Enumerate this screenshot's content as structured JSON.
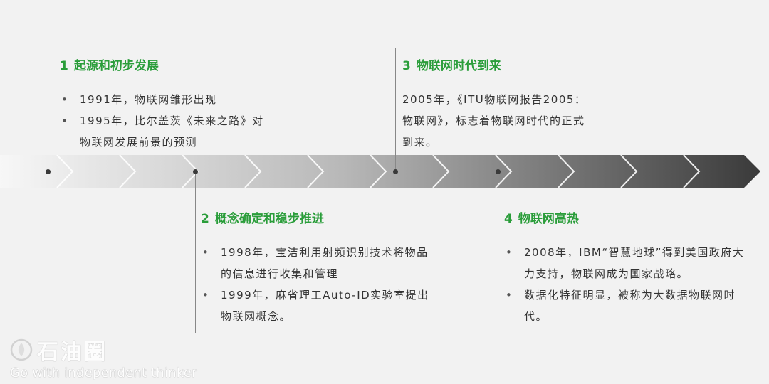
{
  "sections": [
    {
      "number": "1",
      "title": "起源和初步发展",
      "items": [
        "1991年，物联网雏形出现",
        "1995年，比尔盖茨《未来之路》对物联网发展前景的预测"
      ]
    },
    {
      "number": "2",
      "title": "概念确定和稳步推进",
      "items": [
        "1998年，宝洁利用射频识别技术将物品的信息进行收集和管理",
        "1999年，麻省理工Auto-ID实验室提出物联网概念。"
      ]
    },
    {
      "number": "3",
      "title": "物联网时代到来",
      "paragraph": "2005年，《ITU物联网报告2005：物联网》，标志着物联网时代的正式到来。"
    },
    {
      "number": "4",
      "title": "物联网高热",
      "items": [
        "2008年，IBM“智慧地球”得到美国政府大力支持，物联网成为国家战略。",
        "数据化特征明显，被称为大数据物联网时代。"
      ]
    }
  ],
  "watermark": {
    "name": "石油圈",
    "slogan": "Go with independent thinker"
  },
  "colors": {
    "background": "#f2f2f2",
    "title_green": "#2a9d3a",
    "band_light": "#ffffff",
    "band_dark": "#3a3a3a"
  },
  "icons": {
    "timeline_band": "chevron-arrow-band",
    "watermark_logo": "oil-drop-logo"
  }
}
